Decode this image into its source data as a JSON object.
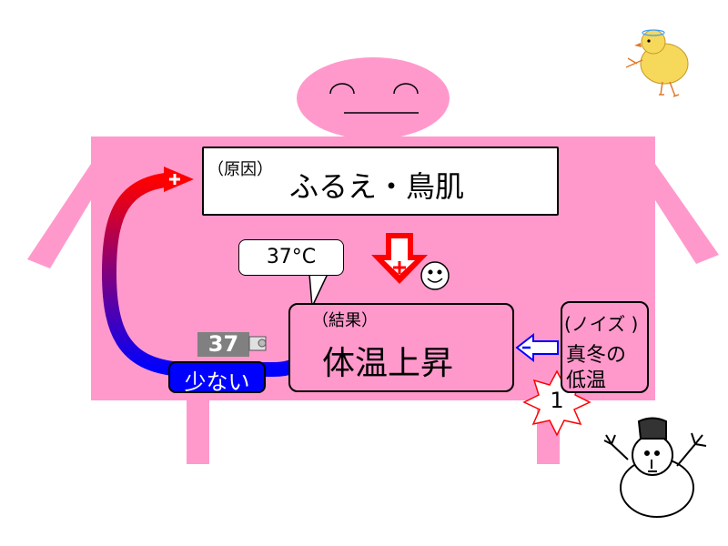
{
  "cause": {
    "prefix": "（原因）",
    "label": "ふるえ・鳥肌"
  },
  "thermometer": {
    "bubble": "37°C",
    "value": "37"
  },
  "result": {
    "prefix": "（結果）",
    "label": "体温上昇"
  },
  "noise": {
    "prefix": "(ノイズ )",
    "line1": "真冬の",
    "line2": "低温"
  },
  "feedback": {
    "label": "少ない",
    "plus": "+",
    "minus": "-"
  },
  "badge": {
    "number": "1"
  },
  "colors": {
    "body": "#ff99cc",
    "accent_red": "#ff0000",
    "accent_blue": "#0000ff"
  }
}
